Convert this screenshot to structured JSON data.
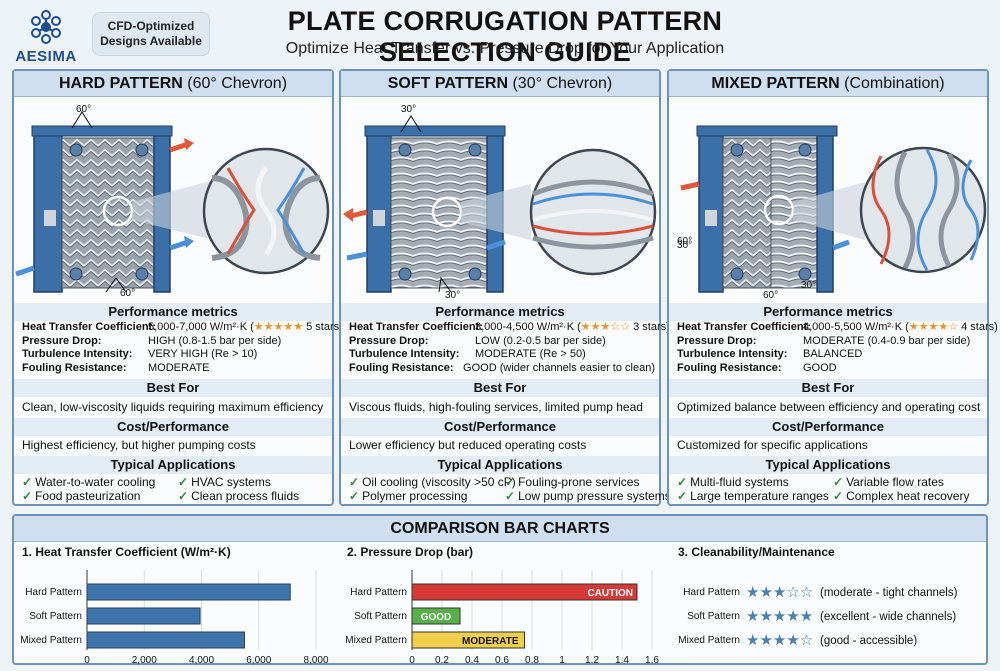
{
  "header": {
    "logo_text": "AESIMA",
    "badge_line1": "CFD-Optimized",
    "badge_line2": "Designs Available",
    "title": "PLATE CORRUGATION PATTERN SELECTION GUIDE",
    "subtitle": "Optimize Heat Transfer vs. Pressure Drop for Your Application"
  },
  "panels": [
    {
      "title_bold": "HARD PATTERN",
      "title_rest": " (60° Chevron)",
      "angle_top": "60°",
      "angle_bottom": "60°",
      "metrics_title": "Performance metrics",
      "metrics": [
        {
          "label": "Heat Transfer Coefficient:",
          "value": "5,000-7,000 W/m²·K (",
          "stars": "★★★★★",
          "suffix": " 5 stars)"
        },
        {
          "label": "Pressure Drop:",
          "value": "HIGH (0.8-1.5 bar per side)",
          "stars": "",
          "suffix": ""
        },
        {
          "label": "Turbulence Intensity:",
          "value": "VERY HIGH (Re > 10)",
          "stars": "",
          "suffix": ""
        },
        {
          "label": "Fouling Resistance:",
          "value": "MODERATE",
          "stars": "",
          "suffix": ""
        }
      ],
      "best_for_title": "Best For",
      "best_for": "Clean, low-viscosity liquids requiring maximum efficiency",
      "cost_title": "Cost/Performance",
      "cost": "Highest efficiency, but higher pumping costs",
      "apps_title": "Typical Applications",
      "apps": [
        "Water-to-water cooling",
        "HVAC systems",
        "Food pasteurization",
        "Clean process fluids"
      ]
    },
    {
      "title_bold": "SOFT PATTERN",
      "title_rest": " (30° Chevron)",
      "angle_top": "30°",
      "angle_bottom": "30°",
      "metrics_title": "Performance metrics",
      "metrics": [
        {
          "label": "Heat Transfer Coefficient:",
          "value": "3,000-4,500 W/m²·K (",
          "stars": "★★★☆☆",
          "suffix": " 3 stars)"
        },
        {
          "label": "Pressure Drop:",
          "value": "LOW (0.2-0.5 bar per side)",
          "stars": "",
          "suffix": ""
        },
        {
          "label": "Turbulence Intensity:",
          "value": "MODERATE (Re > 50)",
          "stars": "",
          "suffix": ""
        },
        {
          "label": "Fouling Resistance:",
          "value": "GOOD (wider channels easier to clean)",
          "stars": "",
          "suffix": ""
        }
      ],
      "best_for_title": "Best For",
      "best_for": "Viscous fluids, high-fouling services, limited pump head",
      "cost_title": "Cost/Performance",
      "cost": "Lower efficiency but reduced operating costs",
      "apps_title": "Typical Applications",
      "apps": [
        "Oil cooling (viscosity >50 cP)",
        "Fouling-prone services",
        "Polymer processing",
        "Low pump pressure systems"
      ]
    },
    {
      "title_bold": "MIXED PATTERN",
      "title_rest": " (Combination)",
      "angle_top": "30°",
      "angle_bottom": "60°",
      "angle_extra1": "60°",
      "angle_extra2": "30°",
      "metrics_title": "Performance metrics",
      "metrics": [
        {
          "label": "Heat Transfer Coefficient:",
          "value": "4,000-5,500 W/m²·K (",
          "stars": "★★★★☆",
          "suffix": " 4 stars)"
        },
        {
          "label": "Pressure Drop:",
          "value": "MODERATE (0.4-0.9 bar per side)",
          "stars": "",
          "suffix": ""
        },
        {
          "label": "Turbulence Intensity:",
          "value": "BALANCED",
          "stars": "",
          "suffix": ""
        },
        {
          "label": "Fouling Resistance:",
          "value": "GOOD",
          "stars": "",
          "suffix": ""
        }
      ],
      "best_for_title": "Best For",
      "best_for": "Optimized balance between efficiency and operating cost",
      "cost_title": "Cost/Performance",
      "cost": "Customized for specific applications",
      "apps_title": "Typical Applications",
      "apps": [
        "Multi-fluid systems",
        "Variable flow rates",
        "Large temperature ranges",
        "Complex heat recovery"
      ]
    }
  ],
  "comparison": {
    "title": "COMPARISON BAR CHARTS",
    "colors": {
      "hard": "#3f74a8",
      "soft": "#3f74a8",
      "red": "#d73a35",
      "green": "#58b04a",
      "yellow": "#f0d04a",
      "star": "#4a7fb2"
    }
  },
  "chart_data": [
    {
      "type": "bar",
      "orientation": "horizontal",
      "title": "1. Heat Transfer Coefficient (W/m²·K)",
      "categories": [
        "Hard Pattern",
        "Soft Pattern",
        "Mixed Pattern"
      ],
      "values": [
        7100,
        3950,
        5500
      ],
      "xlim": [
        0,
        8000
      ],
      "ticks": [
        "0",
        "2,000",
        "4,000",
        "6,000",
        "8,000"
      ],
      "tick_values": [
        0,
        2000,
        4000,
        6000,
        8000
      ]
    },
    {
      "type": "bar",
      "orientation": "horizontal",
      "title": "2. Pressure Drop (bar)",
      "categories": [
        "Hard Pattern",
        "Soft Pattern",
        "Mixed Pattern"
      ],
      "values": [
        1.5,
        0.32,
        0.75
      ],
      "bar_labels": [
        "CAUTION",
        "GOOD",
        "MODERATE"
      ],
      "xlim": [
        0,
        1.6
      ],
      "ticks": [
        "0",
        "0.2",
        "0.4",
        "0.6",
        "0.8",
        "1",
        "1.2",
        "1.4",
        "1.6"
      ],
      "tick_values": [
        0,
        0.2,
        0.4,
        0.6,
        0.8,
        1.0,
        1.2,
        1.4,
        1.6
      ]
    },
    {
      "type": "table",
      "title": "3. Cleanability/Maintenance",
      "categories": [
        "Hard Pattern",
        "Soft Pattern",
        "Mixed Pattern"
      ],
      "values": [
        3,
        5,
        4
      ],
      "max": 5,
      "notes": [
        "(moderate - tight channels)",
        "(excellent - wide channels)",
        "(good - accessible)"
      ]
    }
  ]
}
